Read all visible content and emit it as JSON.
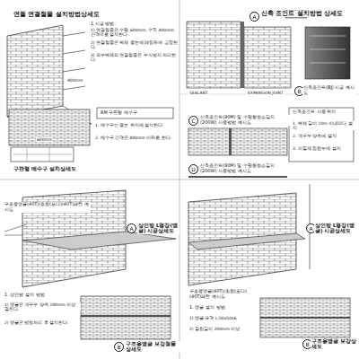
{
  "diagram": {
    "nodes": [
      {
        "text": [
          "A"
        ]
      },
      {
        "text": [
          "B"
        ]
      },
      {
        "text": [
          "C"
        ]
      },
      {
        "text": [
          "D"
        ]
      },
      {
        "text": [
          "A"
        ]
      },
      {
        "text": [
          "B"
        ]
      },
      {
        "text": [
          "A"
        ]
      },
      {
        "text": [
          "B"
        ]
      }
    ],
    "labels": [
      "연돌 연결철물 설치방법상세도",
      "1.시공 방법:",
      "1) 연결철물은 수평 600mm, 수직 400mm 간격으로 설치한다.",
      "2) 연결철물은 벽체 줄눈에 매립하여 고정한다.",
      "3) 외부벽체의 연결철물은 부식방지 처리한다.",
      "400mm",
      "600mm",
      "RM 구판형 배수구",
      "1. 배수구는 줄눈 위치에 설치한다.",
      "2. 배수구 간격은 800mm 이하로 한다.",
      "구판형 배수구 설치상세도",
      "신축 조인트 설치방법 상세도",
      "신축조인트(BJ) 시공 예시도",
      "신축조인트(90M) 및 수평형청소길지(200W) 사용방법 예시도",
      "신축조인트(90M) 및 수평형청소길지(200W) 사용방법 예시도",
      "신축조인트 사용 위치",
      "1. 벽체 길이 10m 이내마다 설치",
      "2. 개구부 양측에 설치",
      "3. 이질재 접합부에 설치",
      "EXPANSION JOINT",
      "SEALANT",
      "상인방 L형강(앵글) 시공상세도",
      "구조용앵글(40T)/조합(모다)(40T)패턴 예시도",
      "1. 상인방 설치 방법",
      "1) 앵글은 개구부 양측 200mm 이상 걸친다.",
      "2) 앵글은 방청처리 후 설치한다.",
      "구조용앵글 보강철물상세도",
      "상인방 L형강(앵글) 시공상세도",
      "구조용앵글(40T)/조합(모다)(40T)패턴 예시도",
      "1. 앵글 설치 방법",
      "1) 앵글 규격 L-50x50x6",
      "2) 걸침길이 200mm 이상",
      "구조용앵글 보강상세도"
    ]
  }
}
